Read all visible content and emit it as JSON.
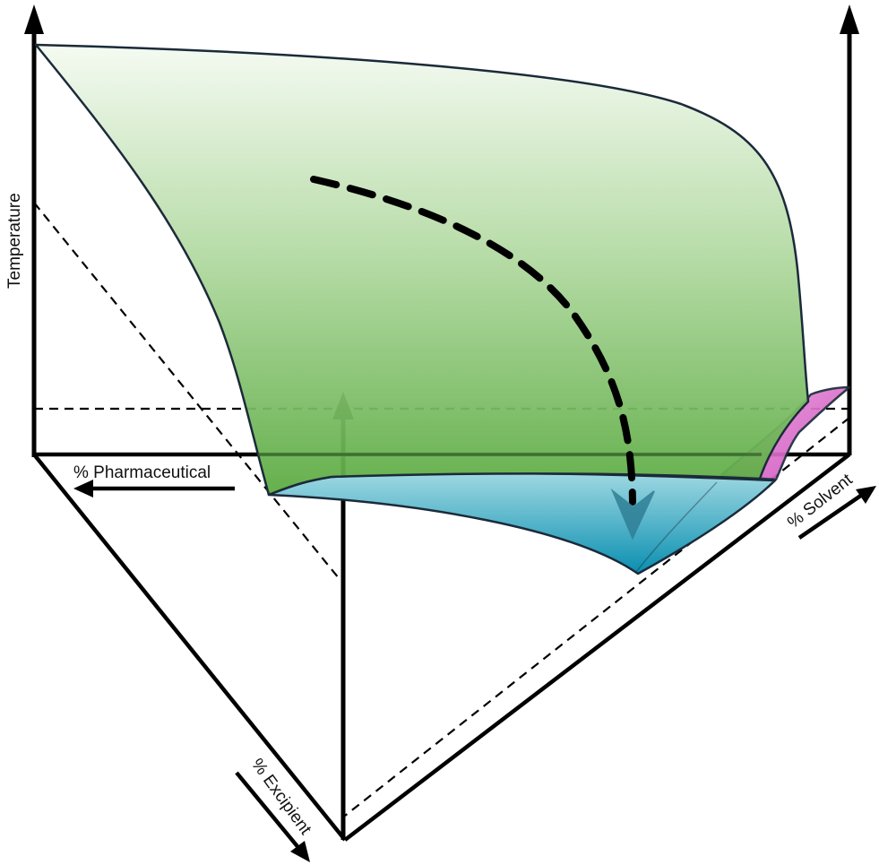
{
  "labels": {
    "temperature": "Temperature",
    "pharmaceutical": "% Pharmaceutical",
    "solvent": "% Solvent",
    "excipient": "% Excipient"
  },
  "colors": {
    "liquid_surface_top": "#f4faf1",
    "liquid_surface_bottom": "#5bab41",
    "solid_region_top": "#9ed8e2",
    "solid_region_bottom": "#0a8fb0",
    "solvent_region": "#d34fc0",
    "outline": "#1b2a3a",
    "axis": "#000000"
  }
}
